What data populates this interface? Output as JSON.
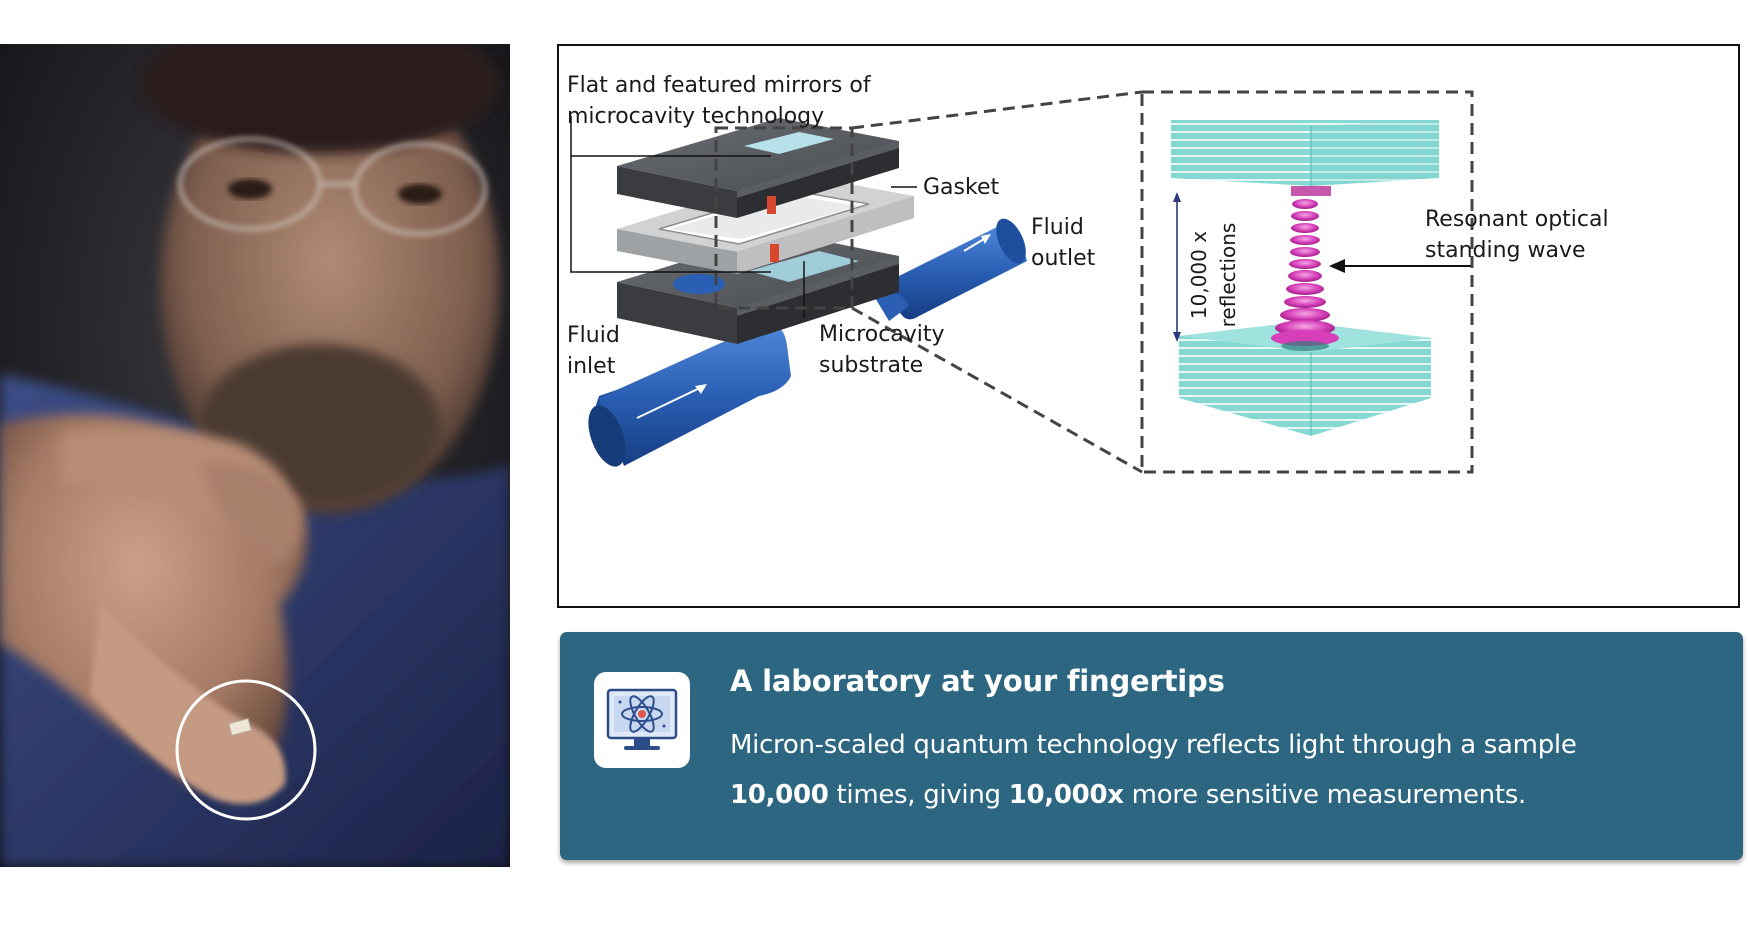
{
  "diagram": {
    "label_mirrors": "Flat and featured mirrors of\nmicrocavity technology",
    "label_gasket": "Gasket",
    "label_outlet": "Fluid\noutlet",
    "label_inlet": "Fluid\ninlet",
    "label_substrate": "Microcavity\nsubstrate",
    "label_reflections": "10,000 x\nreflections",
    "label_wave": "Resonant optical\nstanding wave"
  },
  "card": {
    "title": "A laboratory at your fingertips",
    "line1": "Micron-scaled quantum technology reflects light through a sample",
    "count1": "10,000",
    "mid": " times, giving ",
    "count2": "10,000x",
    "tail": " more sensitive measurements.",
    "icon": "atom-monitor-icon"
  },
  "colors": {
    "card_bg": "#2c6680",
    "tube_blue": "#2a5fb4",
    "mirror_teal": "#7fd6d2",
    "wave_magenta": "#d63fb8"
  }
}
